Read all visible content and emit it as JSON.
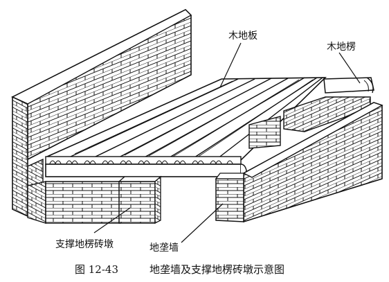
{
  "labels": {
    "floorboard": "木地板",
    "joist": "木地楞",
    "pier": "支撑地楞砖墩",
    "foundation_wall": "地垄墙"
  },
  "caption": {
    "number": "图 12-43",
    "title": "地垄墙及支撑地楞砖墩示意图"
  },
  "colors": {
    "line": "#111111",
    "fill": "#ffffff"
  }
}
